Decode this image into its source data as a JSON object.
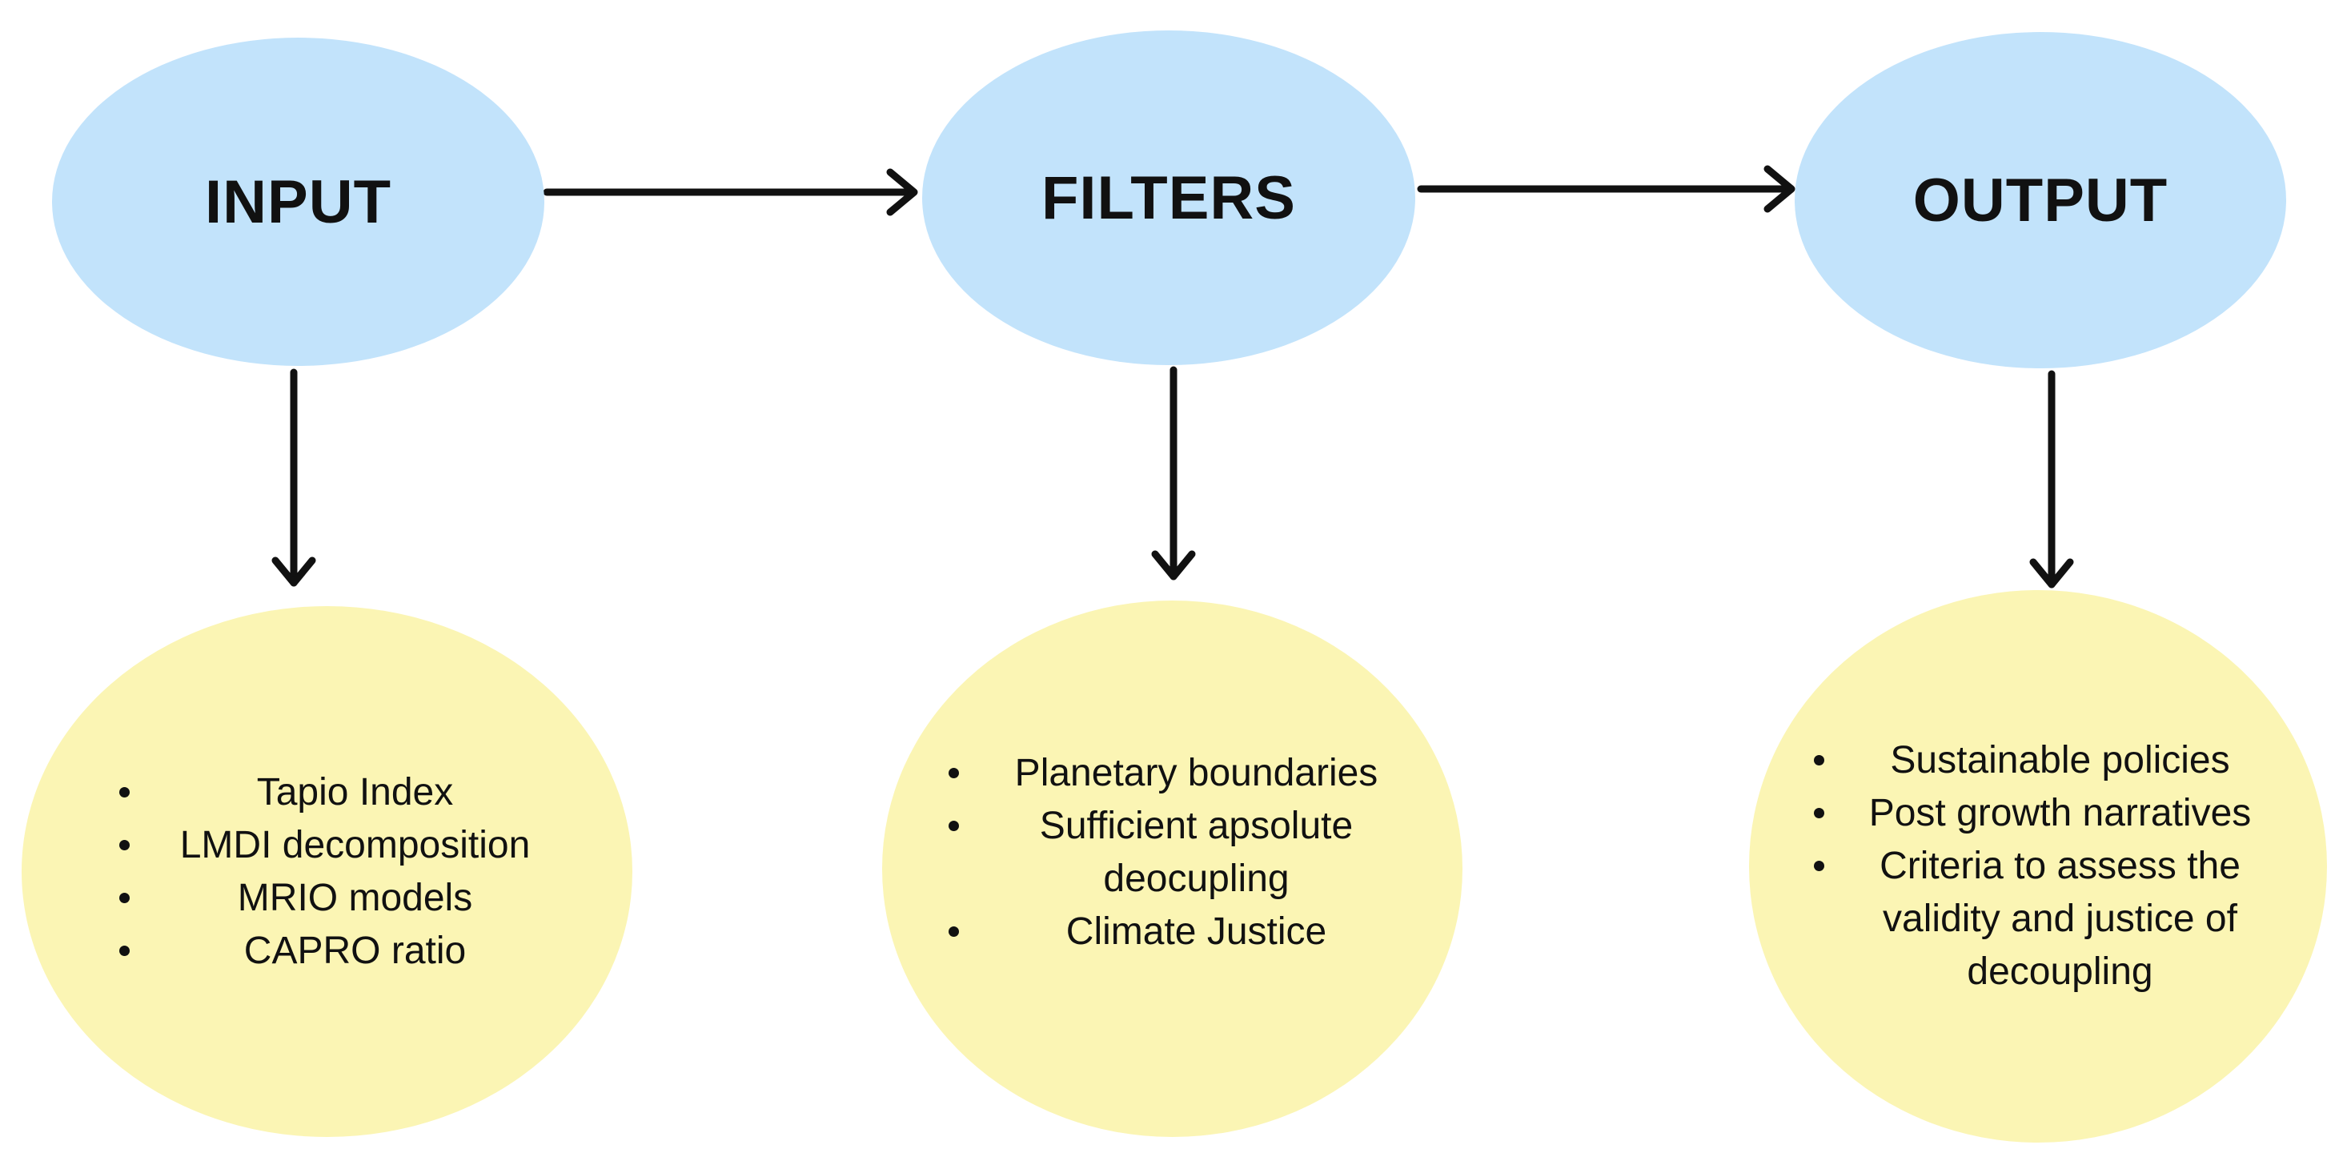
{
  "nodes": {
    "input": {
      "title": "INPUT"
    },
    "filters": {
      "title": "FILTERS"
    },
    "output": {
      "title": "OUTPUT"
    }
  },
  "details": {
    "input": [
      "Tapio Index",
      "LMDI decomposition",
      "MRIO models",
      "CAPRO ratio"
    ],
    "filters": [
      "Planetary boundaries",
      "Sufficient apsolute deocupling",
      "Climate Justice"
    ],
    "output": [
      "Sustainable policies",
      "Post growth narratives",
      "Criteria to assess the validity and justice of decoupling"
    ]
  },
  "colors": {
    "top_node_fill": "#c2e3fb",
    "bottom_node_fill": "#fbf5b4",
    "arrow": "#111111"
  },
  "icons": {
    "arrow": "arrow-right-icon",
    "arrow_down": "arrow-down-icon"
  }
}
